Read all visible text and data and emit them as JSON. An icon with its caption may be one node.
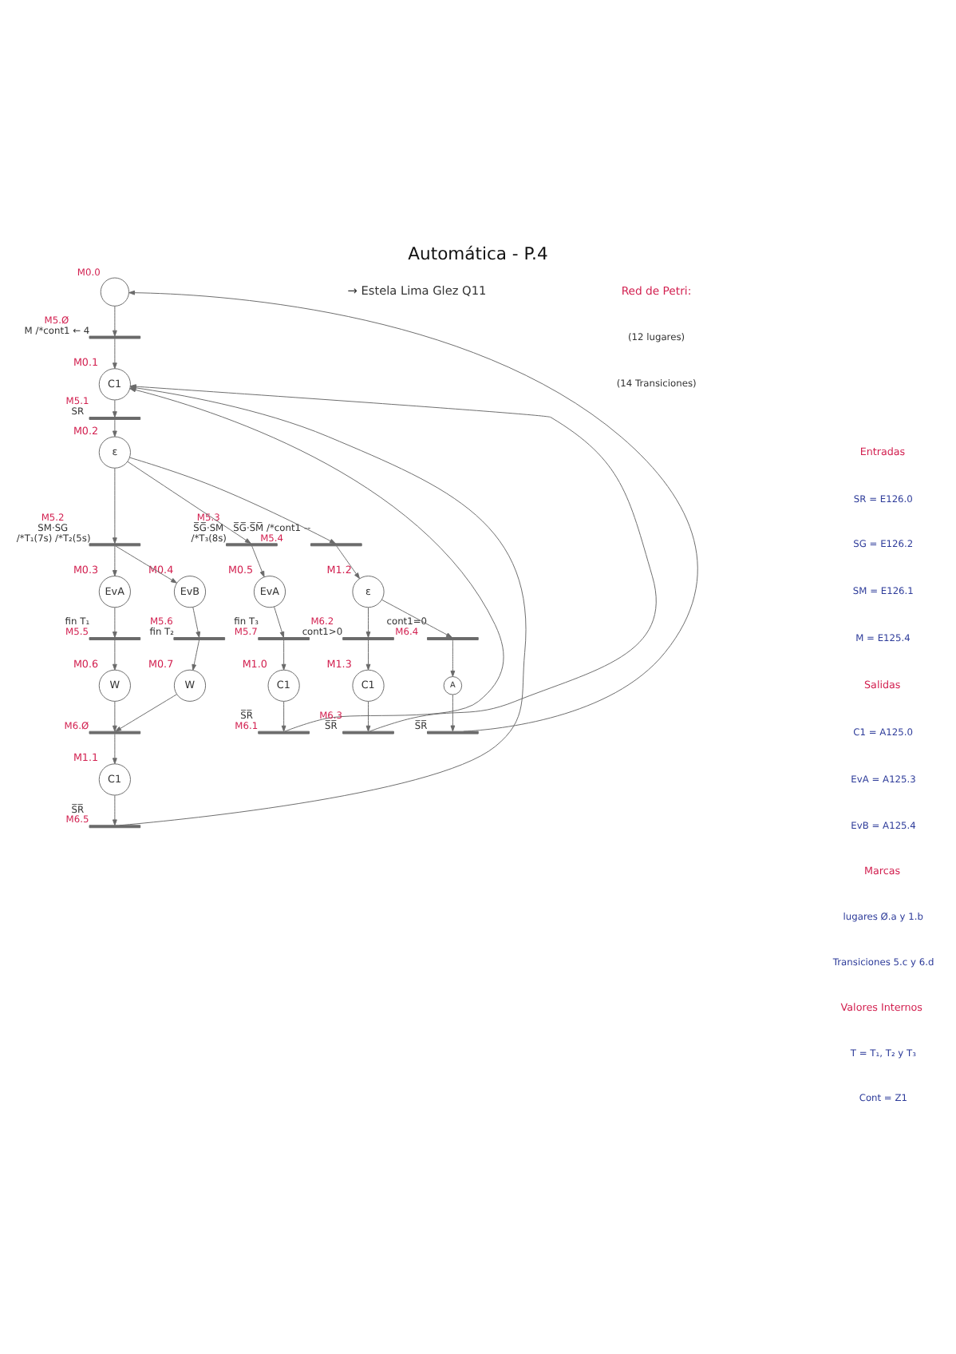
{
  "diagram": {
    "title": "Automática - P.4",
    "nodes": [
      {
        "text": [],
        "shape": "circle",
        "beside": [
          "M0.0"
        ]
      },
      {
        "text": [],
        "shape": "bar",
        "beside": [
          "M5.Ø",
          "M /*cont1 ← 4"
        ]
      },
      {
        "text": [
          "C1"
        ],
        "beside": [
          "M0.1"
        ]
      },
      {
        "text": [],
        "shape": "bar",
        "beside": [
          "M5.1",
          "SR"
        ]
      },
      {
        "text": [
          "ε"
        ],
        "beside": [
          "M0.2"
        ]
      },
      {
        "text": [],
        "shape": "bar",
        "beside": [
          "M5.2",
          "SM·SG",
          "/*T₁(7s) /*T₂(5s)"
        ]
      },
      {
        "text": [],
        "shape": "bar",
        "beside": [
          "M5.3",
          "S̅G̅·SM",
          "/*T₃(8s)"
        ]
      },
      {
        "text": [],
        "shape": "bar",
        "beside": [
          "S̅G̅·S̅M̅ /*cont1 --",
          "M5.4"
        ]
      },
      {
        "text": [
          "EvA"
        ],
        "beside": [
          "M0.3"
        ]
      },
      {
        "text": [
          "EvB"
        ],
        "beside": [
          "M0.4"
        ]
      },
      {
        "text": [
          "EvA"
        ],
        "beside": [
          "M0.5"
        ]
      },
      {
        "text": [],
        "shape": "bar",
        "beside": [
          "fin T₁",
          "M5.5"
        ]
      },
      {
        "text": [],
        "shape": "bar",
        "beside": [
          "M5.6",
          "fin T₂"
        ]
      },
      {
        "text": [],
        "shape": "bar",
        "beside": [
          "fin T₃",
          "M5.7"
        ]
      },
      {
        "text": [
          "W"
        ],
        "beside": [
          "M0.6"
        ]
      },
      {
        "text": [
          "W"
        ],
        "beside": [
          "M0.7"
        ]
      },
      {
        "text": [
          "C1"
        ],
        "beside": [
          "M1.0"
        ]
      },
      {
        "text": [],
        "shape": "bar",
        "beside": [
          "M6.Ø"
        ]
      },
      {
        "text": [
          "C1"
        ],
        "beside": [
          "M1.1"
        ]
      },
      {
        "text": [],
        "shape": "bar",
        "beside": [
          "S̅R̅",
          "M6.1"
        ]
      },
      {
        "text": [],
        "shape": "bar",
        "beside": [
          "S̅R̅",
          "M6.5"
        ]
      },
      {
        "text": [
          "ε"
        ],
        "beside": [
          "M1.2"
        ]
      },
      {
        "text": [],
        "shape": "bar",
        "beside": [
          "M6.2",
          "cont1>0"
        ]
      },
      {
        "text": [
          "C1"
        ],
        "beside": [
          "M1.3"
        ]
      },
      {
        "text": [],
        "shape": "bar",
        "beside": [
          "M6.3",
          "S̅R̅"
        ]
      },
      {
        "text": [],
        "shape": "bar",
        "beside": [
          "cont1=0",
          "M6.4"
        ]
      },
      {
        "text": [
          "A"
        ]
      },
      {
        "text": [],
        "shape": "bar",
        "beside": [
          "S̅R̅"
        ]
      }
    ],
    "edges": [
      {
        "from": 0,
        "to": 1,
        "arrow": "to"
      },
      {
        "from": 1,
        "to": 2,
        "arrow": "to"
      },
      {
        "from": 2,
        "to": 3,
        "arrow": "to"
      },
      {
        "from": 3,
        "to": 4,
        "arrow": "to"
      },
      {
        "from": 4,
        "to": 5,
        "arrow": "to"
      },
      {
        "from": 4,
        "to": 6,
        "arrow": "to"
      },
      {
        "from": 4,
        "to": 7,
        "arrow": "to"
      },
      {
        "from": 5,
        "to": 8,
        "arrow": "to"
      },
      {
        "from": 5,
        "to": 9,
        "arrow": "to"
      },
      {
        "from": 6,
        "to": 10,
        "arrow": "to"
      },
      {
        "from": 8,
        "to": 11,
        "arrow": "to"
      },
      {
        "from": 9,
        "to": 12,
        "arrow": "to"
      },
      {
        "from": 10,
        "to": 13,
        "arrow": "to"
      },
      {
        "from": 11,
        "to": 14,
        "arrow": "to"
      },
      {
        "from": 12,
        "to": 15,
        "arrow": "to"
      },
      {
        "from": 13,
        "to": 16,
        "arrow": "to"
      },
      {
        "from": 14,
        "to": 17,
        "arrow": "to"
      },
      {
        "from": 15,
        "to": 17,
        "arrow": "to"
      },
      {
        "from": 17,
        "to": 18,
        "arrow": "to"
      },
      {
        "from": 16,
        "to": 19,
        "arrow": "to"
      },
      {
        "from": 18,
        "to": 20,
        "arrow": "to"
      },
      {
        "from": 19,
        "to": 2,
        "arrow": "to"
      },
      {
        "from": 20,
        "to": 2,
        "arrow": "to"
      },
      {
        "from": 7,
        "to": 21,
        "arrow": "to"
      },
      {
        "from": 21,
        "to": 22,
        "arrow": "to"
      },
      {
        "from": 22,
        "to": 23,
        "arrow": "to"
      },
      {
        "from": 23,
        "to": 24,
        "arrow": "to"
      },
      {
        "from": 24,
        "to": 2,
        "arrow": "to"
      },
      {
        "from": 21,
        "to": 25,
        "arrow": "to"
      },
      {
        "from": 25,
        "to": 26,
        "arrow": "to"
      },
      {
        "from": 26,
        "to": 27,
        "arrow": "to"
      },
      {
        "from": 27,
        "to": 0,
        "arrow": "to"
      }
    ],
    "labels": [
      "→ Estela Lima Glez Q11",
      "Red de Petri:",
      "(12 lugares)",
      "(14 Transiciones)",
      "Entradas",
      "SR = E126.0",
      "SG = E126.2",
      "SM = E126.1",
      "M = E125.4",
      "Salidas",
      "C1 = A125.0",
      "EvA = A125.3",
      "EvB = A125.4",
      "Marcas",
      "lugares Ø.a y 1.b",
      "Transiciones 5.c y 6.d",
      "Valores Internos",
      "T = T₁, T₂ y T₃",
      "Cont = Z1"
    ]
  }
}
